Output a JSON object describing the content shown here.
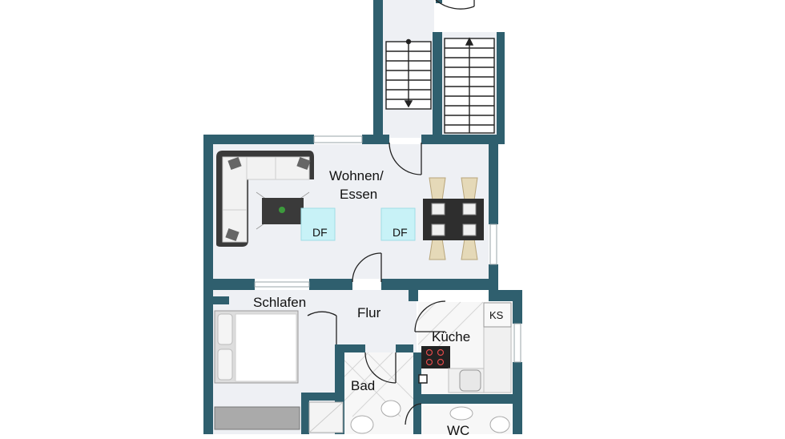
{
  "rooms": {
    "living": "Wohnen/",
    "living_line2": "Essen",
    "bedroom": "Schlafen",
    "hall": "Flur",
    "kitchen": "Küche",
    "bath": "Bad",
    "wc": "WC"
  },
  "markers": {
    "skylight": "DF",
    "fridge": "KS"
  },
  "colors": {
    "wall": "#2f5f6e",
    "floor": "#eef0f4",
    "tile": "#f7f7f7",
    "skylight": "#c8f2f7"
  }
}
